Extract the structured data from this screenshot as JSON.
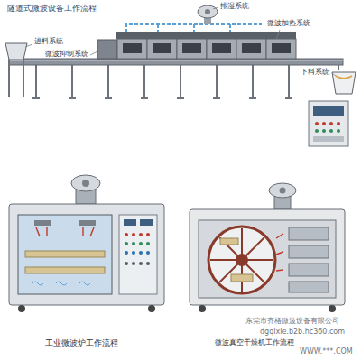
{
  "diagram": {
    "title": "隧道式微波设备工作流程",
    "labels": [
      "排湿系统",
      "进料系统",
      "微波抑制系统",
      "微波加热系统",
      "下料系统",
      "工业微波炉工作流程",
      "微波真空干燥机工作流程",
      "东莞市齐格微波设备有限公司",
      "dgqixle.b2b.hc360.com",
      "WWW.***.COM"
    ]
  }
}
